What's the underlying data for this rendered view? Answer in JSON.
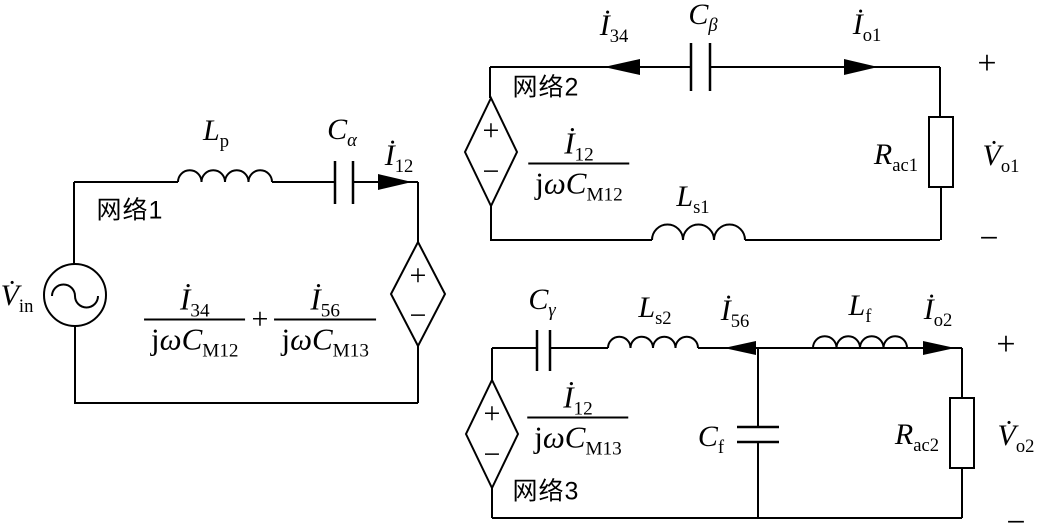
{
  "colors": {
    "line": "#000000",
    "background": "#ffffff"
  },
  "net1": {
    "name_label": "网络1",
    "source_label": {
      "main": "V̇",
      "sub": "in"
    },
    "inductor_lp": {
      "main": "L",
      "sub": "p"
    },
    "capacitor_ca": {
      "main": "C",
      "sub": "α"
    },
    "current_i12": {
      "main": "İ",
      "sub": "12"
    },
    "dep_source": {
      "plus": "+",
      "minus": "−"
    },
    "formula": {
      "frac1": {
        "num_main": "İ",
        "num_sub": "34",
        "den_j": "j",
        "den_omega": "ω",
        "den_main": "C",
        "den_sub": "M12"
      },
      "operator": "+",
      "frac2": {
        "num_main": "İ",
        "num_sub": "56",
        "den_j": "j",
        "den_omega": "ω",
        "den_main": "C",
        "den_sub": "M13"
      }
    }
  },
  "net2": {
    "name_label": "网络2",
    "current_i34": {
      "main": "İ",
      "sub": "34"
    },
    "capacitor_cb": {
      "main": "C",
      "sub": "β"
    },
    "current_io1": {
      "main": "İ",
      "sub": "o1"
    },
    "resistor_rac1": {
      "main": "R",
      "sub": "ac1"
    },
    "voltage_vo1": {
      "main": "V̇",
      "sub": "o1"
    },
    "inductor_ls1": {
      "main": "L",
      "sub": "s1"
    },
    "output_plus": "+",
    "output_minus": "−",
    "dep_source": {
      "plus": "+",
      "minus": "−"
    },
    "formula": {
      "num_main": "İ",
      "num_sub": "12",
      "den_j": "j",
      "den_omega": "ω",
      "den_main": "C",
      "den_sub": "M12"
    }
  },
  "net3": {
    "name_label": "网络3",
    "capacitor_cg": {
      "main": "C",
      "sub": "γ"
    },
    "inductor_ls2": {
      "main": "L",
      "sub": "s2"
    },
    "current_i56": {
      "main": "İ",
      "sub": "56"
    },
    "inductor_lf": {
      "main": "L",
      "sub": "f"
    },
    "current_io2": {
      "main": "İ",
      "sub": "o2"
    },
    "capacitor_cf": {
      "main": "C",
      "sub": "f"
    },
    "resistor_rac2": {
      "main": "R",
      "sub": "ac2"
    },
    "voltage_vo2": {
      "main": "V̇",
      "sub": "o2"
    },
    "output_plus": "+",
    "output_minus": "−",
    "dep_source": {
      "plus": "+",
      "minus": "−"
    },
    "formula": {
      "num_main": "İ",
      "num_sub": "12",
      "den_j": "j",
      "den_omega": "ω",
      "den_main": "C",
      "den_sub": "M13"
    }
  }
}
